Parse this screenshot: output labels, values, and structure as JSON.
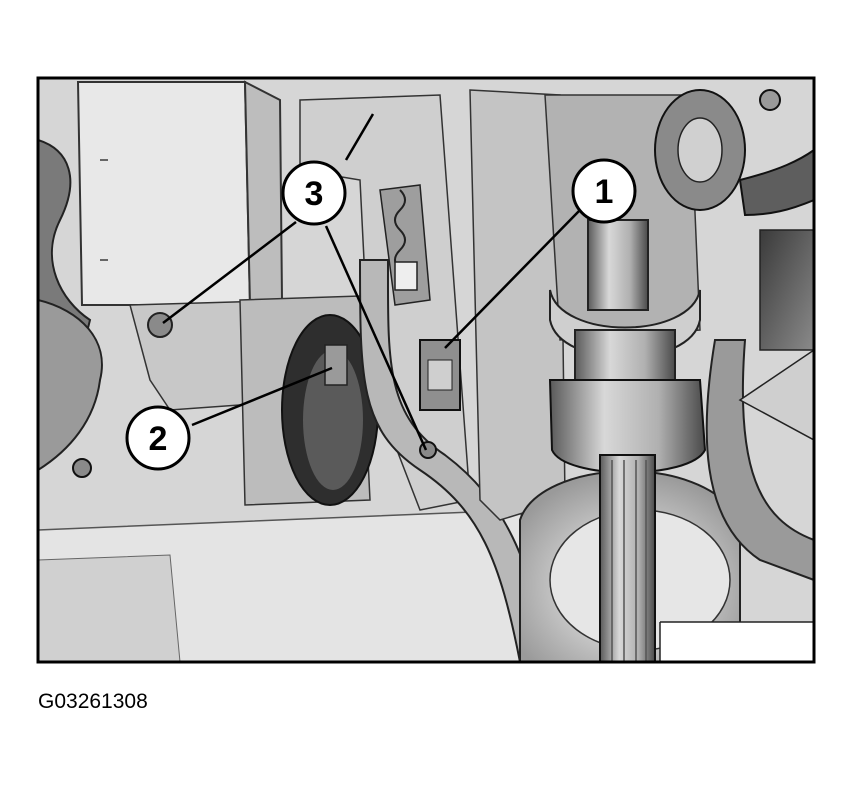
{
  "figure": {
    "caption": "G03261308",
    "callouts": [
      {
        "label": "1"
      },
      {
        "label": "2"
      },
      {
        "label": "3"
      }
    ]
  }
}
